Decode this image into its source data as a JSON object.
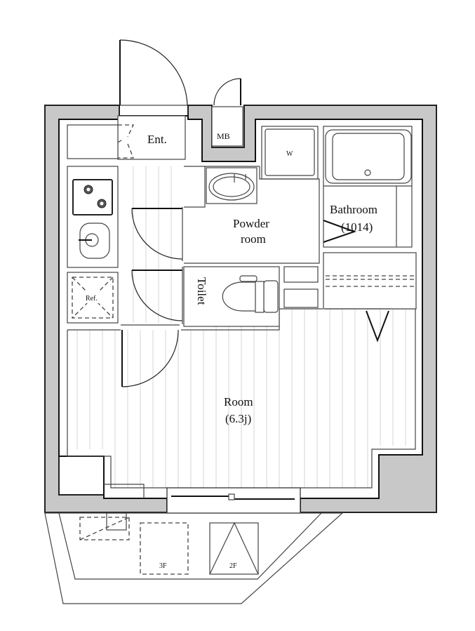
{
  "floorplan": {
    "rooms": {
      "entrance": {
        "label": "Ent."
      },
      "meter_box": {
        "label": "MB"
      },
      "washer": {
        "label": "W"
      },
      "powder_room": {
        "line1": "Powder",
        "line2": "room"
      },
      "bathroom": {
        "line1": "Bathroom",
        "line2": "(1014)"
      },
      "toilet": {
        "label": "Toilet"
      },
      "refrigerator": {
        "label": "Ref."
      },
      "main_room": {
        "line1": "Room",
        "line2": "(6.3j)"
      }
    },
    "balcony": {
      "ladder_3f": {
        "label": "3F"
      },
      "ladder_2f": {
        "label": "2F"
      }
    },
    "colors": {
      "wall_fill": "#c8c8c8",
      "line": "#222222",
      "floor_line": "#d4d4d4",
      "background": "#ffffff"
    }
  }
}
